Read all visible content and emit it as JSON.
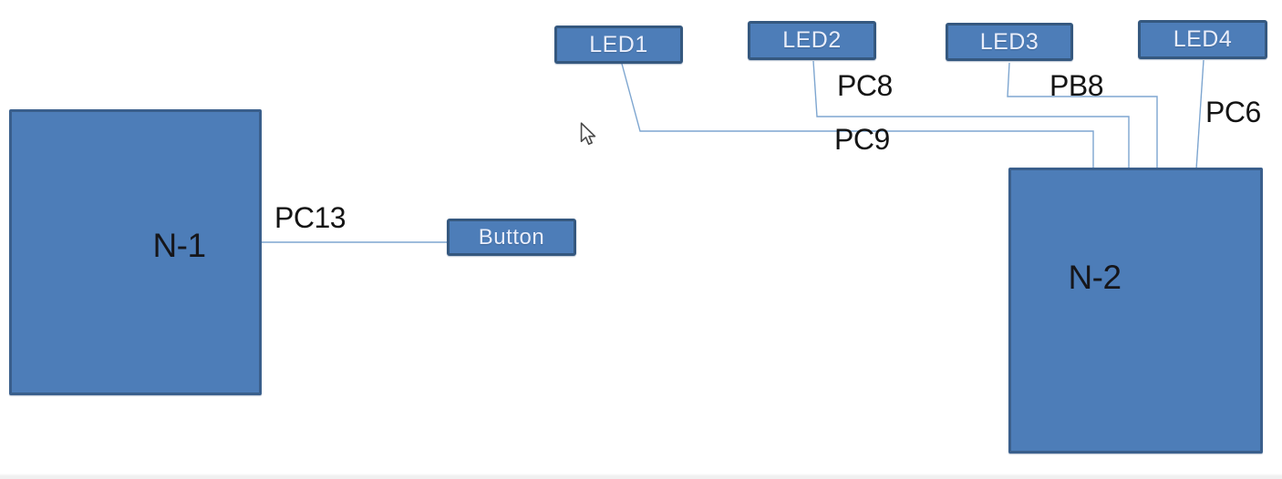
{
  "nodes": {
    "n1": {
      "label": "N-1"
    },
    "n2": {
      "label": "N-2"
    },
    "button": {
      "label": "Button"
    },
    "led1": {
      "label": "LED1"
    },
    "led2": {
      "label": "LED2"
    },
    "led3": {
      "label": "LED3"
    },
    "led4": {
      "label": "LED4"
    }
  },
  "pins": {
    "pc13": "PC13",
    "pc8": "PC8",
    "pb8": "PB8",
    "pc9": "PC9",
    "pc6": "PC6"
  },
  "colors": {
    "node_fill": "#4d7db8",
    "node_border": "#35587f",
    "wire": "#7ea6d0",
    "pin_label_text": "#141414",
    "node_label_text": "#16161a",
    "led_button_text": "#e9eefb",
    "background": "#ffffff"
  }
}
